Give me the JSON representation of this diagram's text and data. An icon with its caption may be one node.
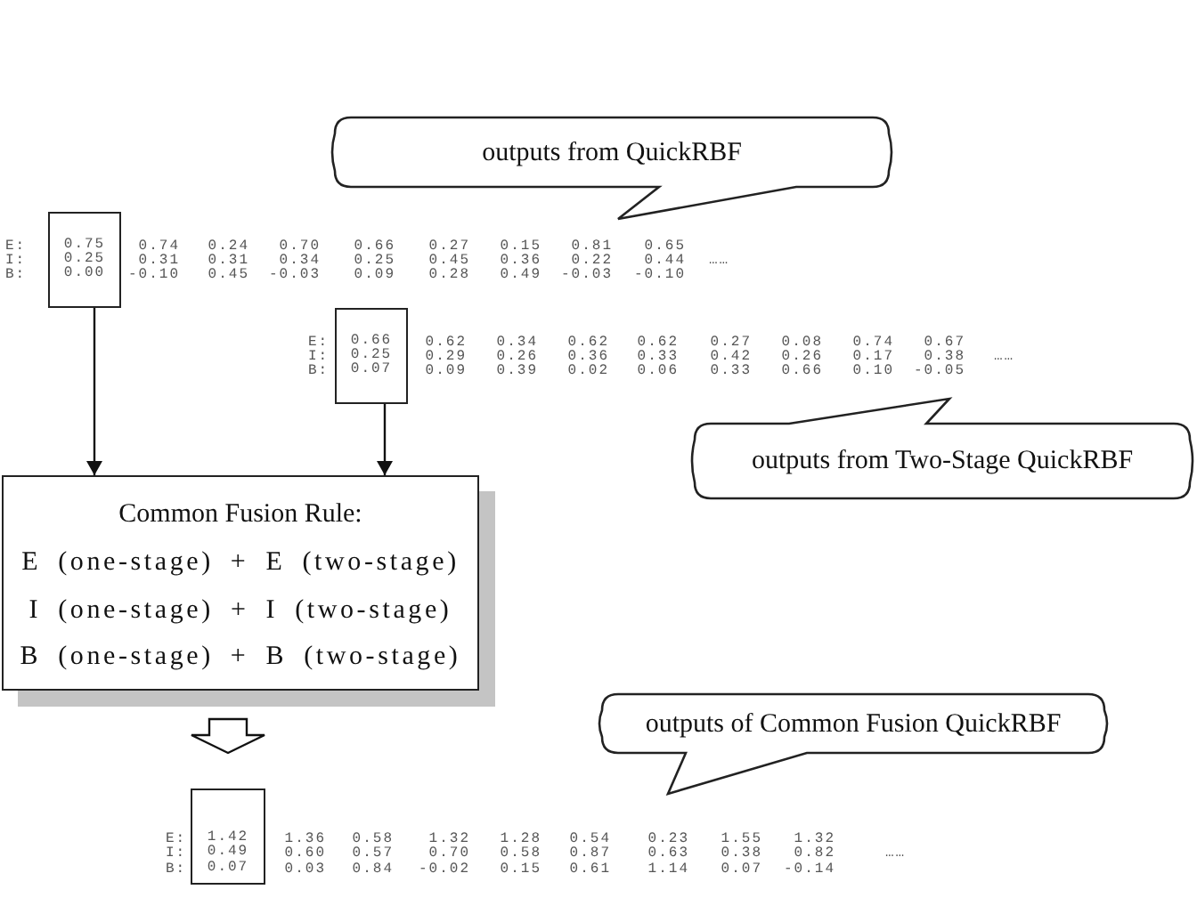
{
  "diagram": {
    "nodes": [
      {
        "text": [
          "outputs from QuickRBF"
        ]
      },
      {
        "text": [
          "0.75",
          "0.25",
          "0.00"
        ]
      },
      {
        "text": [
          "0.66",
          "0.25",
          "0.07"
        ]
      },
      {
        "text": [
          "outputs from Two-Stage QuickRBF"
        ]
      },
      {
        "text": [
          "Common Fusion Rule:",
          "E (one-stage) + E (two-stage)",
          "I (one-stage) + I (two-stage)",
          "B (one-stage) + B (two-stage)"
        ]
      },
      {
        "text": [
          "outputs of Common Fusion QuickRBF"
        ]
      },
      {
        "text": [
          "1.42",
          "0.49",
          "0.07"
        ]
      }
    ],
    "edges": [
      {
        "from": 1,
        "to": 4,
        "arrow": "to"
      },
      {
        "from": 2,
        "to": 4,
        "arrow": "to"
      },
      {
        "from": 4,
        "to": 6,
        "arrow": "to",
        "style": "thick"
      }
    ],
    "labels": [
      "E:",
      "0.74",
      "0.24",
      "0.70",
      "0.66",
      "0.27",
      "0.15",
      "0.81",
      "0.65",
      "I:",
      "0.31",
      "0.31",
      "0.34",
      "0.25",
      "0.45",
      "0.36",
      "0.22",
      "0.44",
      "……",
      "B:",
      "-0.10",
      "0.45",
      "-0.03",
      "0.09",
      "0.28",
      "0.49",
      "-0.03",
      "-0.10",
      "E:",
      "0.62",
      "0.34",
      "0.62",
      "0.62",
      "0.27",
      "0.08",
      "0.74",
      "0.67",
      "I:",
      "0.29",
      "0.26",
      "0.36",
      "0.33",
      "0.42",
      "0.26",
      "0.17",
      "0.38",
      "……",
      "B:",
      "0.09",
      "0.39",
      "0.02",
      "0.06",
      "0.33",
      "0.66",
      "0.10",
      "-0.05",
      "E:",
      "1.36",
      "0.58",
      "1.32",
      "1.28",
      "0.54",
      "0.23",
      "1.55",
      "1.32",
      "I:",
      "0.60",
      "0.57",
      "0.70",
      "0.58",
      "0.87",
      "0.63",
      "0.38",
      "0.82",
      "……",
      "B:",
      "0.03",
      "0.84",
      "-0.02",
      "0.15",
      "0.61",
      "1.14",
      "0.07",
      "-0.14"
    ]
  }
}
